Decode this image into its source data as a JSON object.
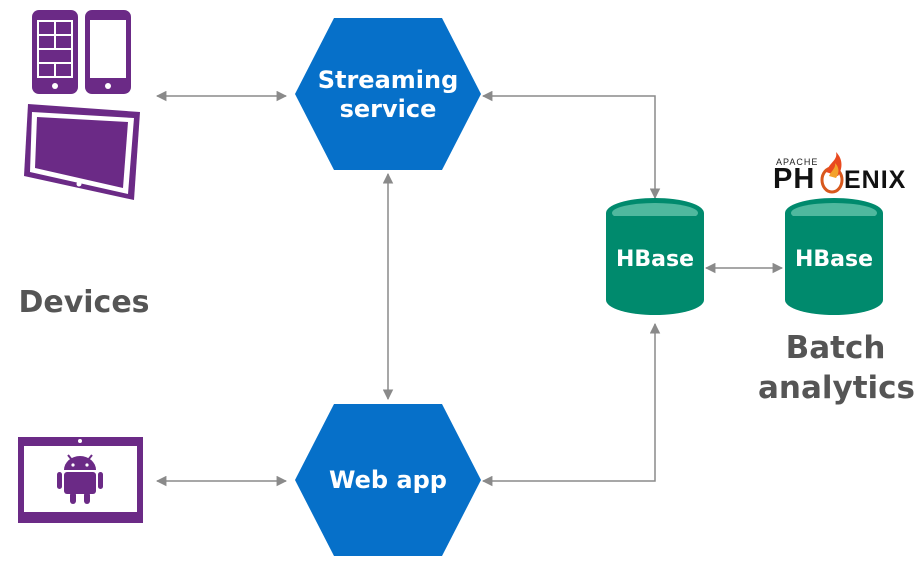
{
  "colors": {
    "hexagon": "#0670c9",
    "cylinder": "#008a6d",
    "cylinder_top": "#4fb89e",
    "device": "#6b2a86",
    "arrow": "#8a8a8a",
    "label_gray": "#555555",
    "android": "#6b2a86"
  },
  "nodes": {
    "streaming_service": {
      "label_line1": "Streaming",
      "label_line2": "service"
    },
    "web_app": {
      "label": "Web app"
    },
    "hbase_primary": {
      "label": "HBase"
    },
    "hbase_batch": {
      "label": "HBase"
    }
  },
  "labels": {
    "devices": "Devices",
    "batch_line1": "Batch",
    "batch_line2": "analytics"
  },
  "phoenix_logo": {
    "apache": "APACHE",
    "name_left": "PH",
    "name_right": "ENIX"
  },
  "icons": {
    "phone_windows": "windows-phone-icon",
    "phone_blank": "smartphone-icon",
    "tablet": "tablet-icon",
    "android_tablet": "android-tablet-icon",
    "flame": "phoenix-flame-icon"
  }
}
